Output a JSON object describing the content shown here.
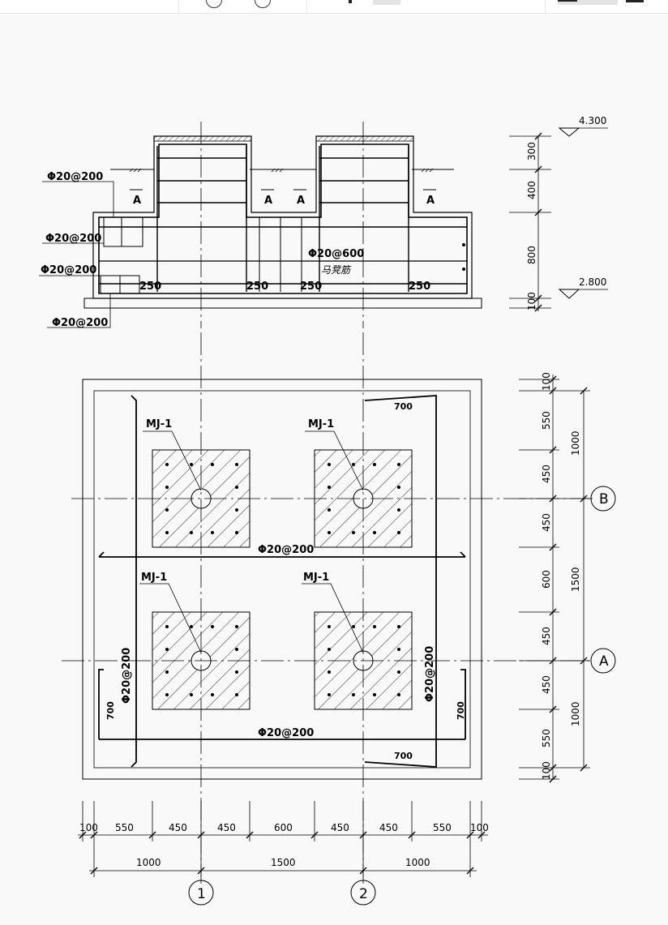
{
  "section": {
    "elevations": {
      "top": "4.300",
      "bottom": "2.800"
    },
    "right_dims": [
      "300",
      "400",
      "800",
      "100"
    ],
    "rebar_labels": [
      "Φ20@200",
      "Φ20@200",
      "Φ20@200",
      "Φ20@200"
    ],
    "ma_rebar": "Φ20@600",
    "ma_cn": "马凳筋",
    "section_marks": [
      "A",
      "A",
      "A",
      "A"
    ],
    "offsets": [
      "250",
      "250",
      "250",
      "250"
    ]
  },
  "plan": {
    "embed_labels": [
      "MJ-1",
      "MJ-1",
      "MJ-1",
      "MJ-1"
    ],
    "rebar_mid": "Φ20@200",
    "rebar_bottom": "Φ20@200",
    "rebar_left": "Φ20@200",
    "rebar_right": "Φ20@200",
    "dim_700": [
      "700",
      "700",
      "700",
      "700"
    ],
    "right_dims": [
      "100",
      "550",
      "450",
      "450",
      "600",
      "450",
      "450",
      "550",
      "100"
    ],
    "right_totals": [
      "1000",
      "1500",
      "1000"
    ],
    "bottom_dims": [
      "100",
      "550",
      "450",
      "450",
      "600",
      "450",
      "450",
      "550",
      "100"
    ],
    "bottom_totals": [
      "1000",
      "1500",
      "1000"
    ],
    "axes": {
      "x1": "1",
      "x2": "2",
      "ya": "A",
      "yb": "B"
    }
  }
}
